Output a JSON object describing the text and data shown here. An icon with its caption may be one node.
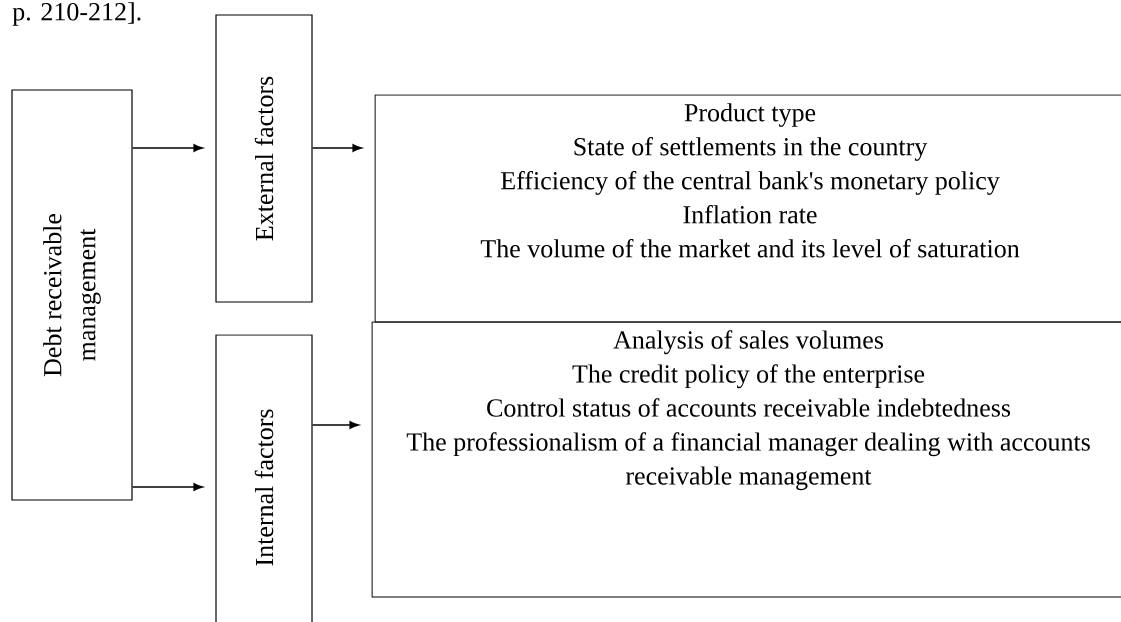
{
  "diagram": {
    "nodes": [
      {
        "text": [
          "Debt receivable management"
        ]
      },
      {
        "text": [
          "External factors"
        ]
      },
      {
        "text": [
          "Internal factors"
        ]
      },
      {
        "text": [
          "Product type",
          "State of settlements in the country",
          "Efficiency of the central bank's monetary policy",
          "Inflation rate",
          "The volume of the market and its level of saturation"
        ]
      },
      {
        "text": [
          "Analysis of sales volumes",
          "The credit policy of the enterprise",
          "Control status of accounts receivable indebtedness",
          "The professionalism of a financial manager dealing with accounts receivable management"
        ]
      }
    ],
    "edges": [
      {
        "from": 0,
        "to": 1,
        "arrow": "to"
      },
      {
        "from": 0,
        "to": 2,
        "arrow": "to"
      },
      {
        "from": 1,
        "to": 3,
        "arrow": "to"
      },
      {
        "from": 2,
        "to": 4,
        "arrow": "to"
      }
    ],
    "labels": [
      "p. 210-212]."
    ]
  }
}
